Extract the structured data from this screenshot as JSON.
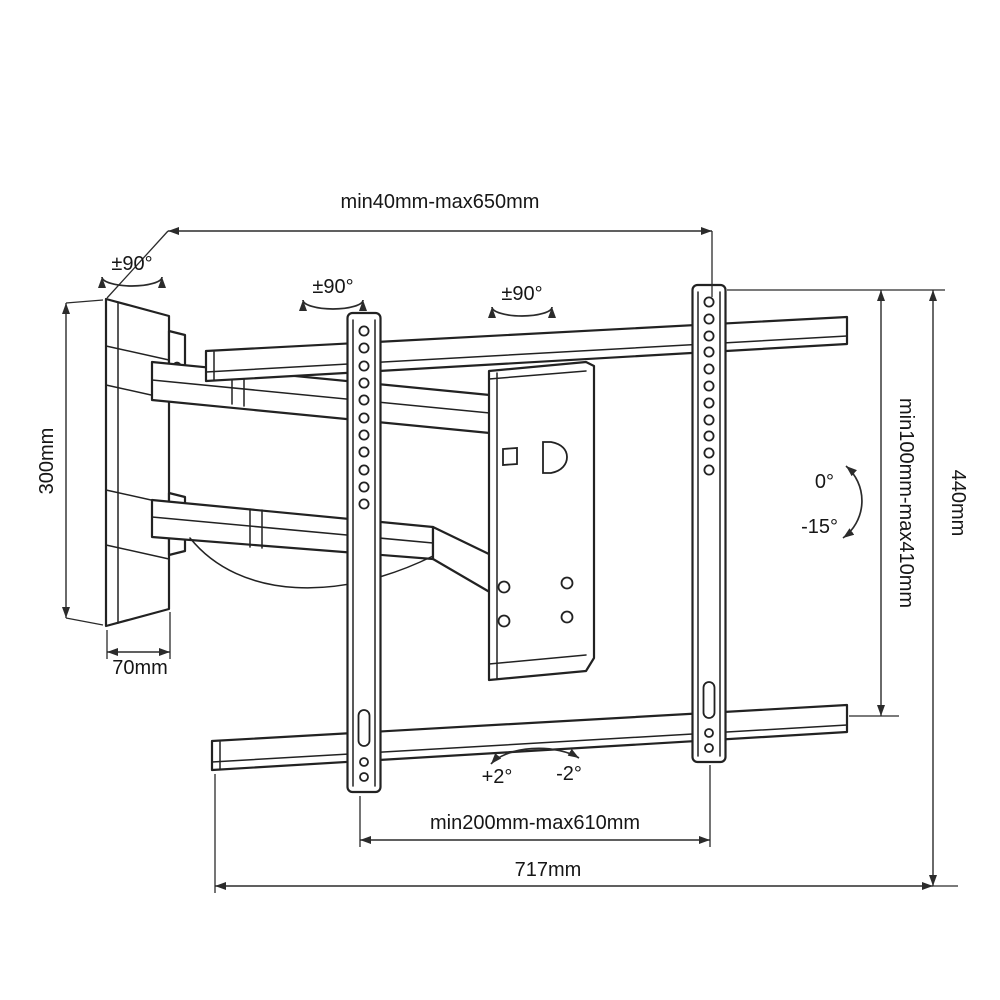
{
  "diagram": {
    "type": "technical-drawing",
    "subject": "Articulating full-motion TV wall mount bracket with dimension annotations",
    "units": "mm"
  },
  "labels": {
    "extension_range": "min40mm-max650mm",
    "swivel_wall": "±90°",
    "swivel_arm": "±90°",
    "swivel_plate": "±90°",
    "tilt_up": "0°",
    "tilt_down": "-15°",
    "vesa_height_range": "min100mm-max410mm",
    "bracket_height": "440mm",
    "level_plus": "+2°",
    "level_minus": "-2°",
    "vesa_width_range": "min200mm-max610mm",
    "bracket_width": "717mm",
    "wall_plate_height": "300mm",
    "wall_plate_depth": "70mm"
  }
}
